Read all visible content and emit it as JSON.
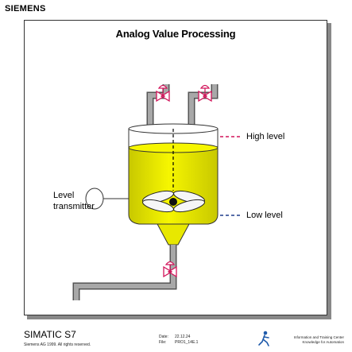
{
  "header": {
    "brand": "SIEMENS"
  },
  "slide": {
    "title": "Analog Value Processing",
    "labels": {
      "high_level": "High level",
      "low_level": "Low level",
      "level_transmitter_line1": "Level",
      "level_transmitter_line2": "transmitter"
    }
  },
  "footer": {
    "product": "SIMATIC S7",
    "copyright": "Siemens AG 1999. All rights reserved.",
    "date_label": "Date:",
    "date_value": "22.12.24",
    "file_label": "File:",
    "file_value": "PRO1_14E.1",
    "itc_line1": "Information and Training Center",
    "itc_line2": "Knowledge for Automation"
  },
  "colors": {
    "liquid": "#f2f200",
    "liquid_dark": "#c8c800",
    "pipe": "#a0a0a0",
    "valve": "#d2145a",
    "high_level_line": "#d2145a",
    "low_level_line": "#1e3c8c",
    "logo": "#1e5aaa"
  }
}
